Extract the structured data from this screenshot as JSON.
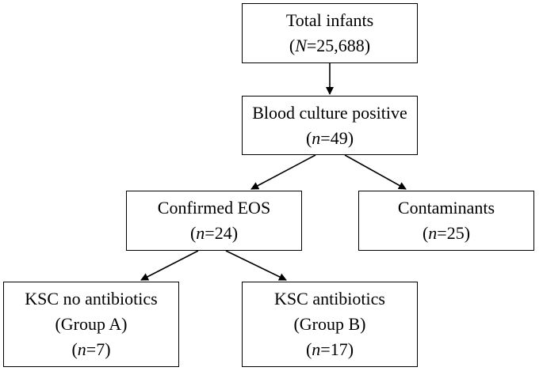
{
  "nodes": {
    "total": {
      "title": "Total infants",
      "count_open": "(",
      "count_var": "N",
      "count_rest": "=25,688)"
    },
    "blood": {
      "title": "Blood culture positive",
      "count_open": "(",
      "count_var": "n",
      "count_rest": "=49)"
    },
    "eos": {
      "title": "Confirmed EOS",
      "count_open": "(",
      "count_var": "n",
      "count_rest": "=24)"
    },
    "contaminants": {
      "title": "Contaminants",
      "count_open": "(",
      "count_var": "n",
      "count_rest": "=25)"
    },
    "group_a": {
      "title": "KSC no antibiotics",
      "subtitle": "(Group A)",
      "count_open": "(",
      "count_var": "n",
      "count_rest": "=7)"
    },
    "group_b": {
      "title": "KSC antibiotics",
      "subtitle": "(Group B)",
      "count_open": "(",
      "count_var": "n",
      "count_rest": "=17)"
    }
  },
  "edges": [
    {
      "from": "total",
      "to": "blood"
    },
    {
      "from": "blood",
      "to": "eos"
    },
    {
      "from": "blood",
      "to": "contaminants"
    },
    {
      "from": "eos",
      "to": "group_a"
    },
    {
      "from": "eos",
      "to": "group_b"
    }
  ]
}
